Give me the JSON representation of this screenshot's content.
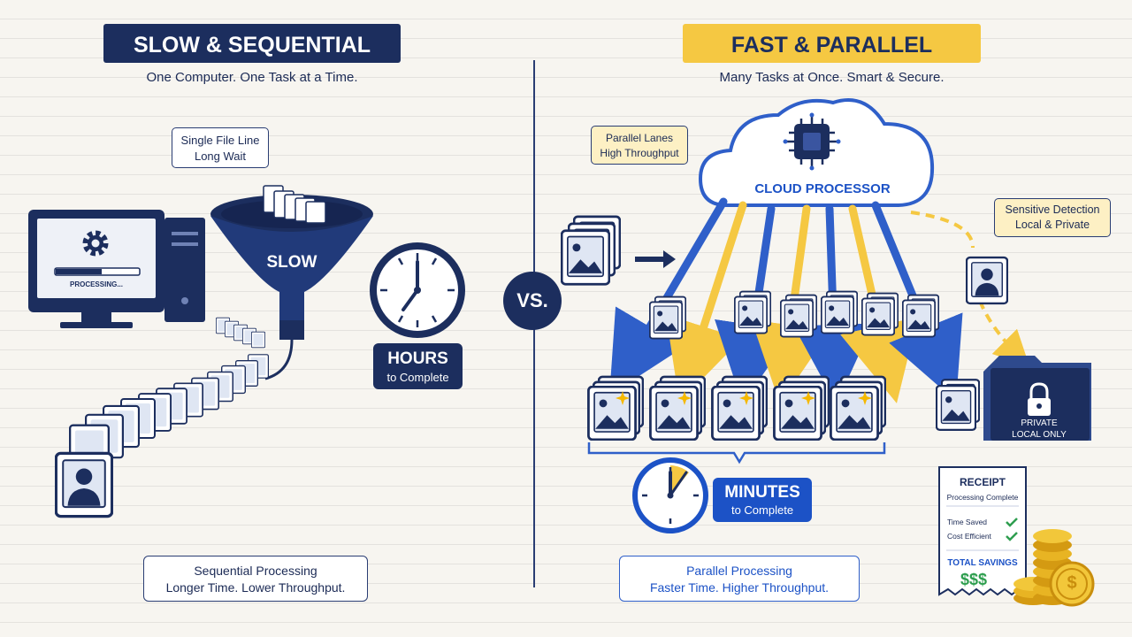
{
  "left": {
    "title": "SLOW & SEQUENTIAL",
    "subtitle": "One Computer. One Task at a Time.",
    "callout_line1": "Single File Line",
    "callout_line2": "Long Wait",
    "monitor_status": "PROCESSING...",
    "funnel_label": "SLOW",
    "time_big": "HOURS",
    "time_small": "to Complete",
    "footer_line1": "Sequential Processing",
    "footer_line2": "Longer Time. Lower Throughput."
  },
  "vs_label": "VS.",
  "right": {
    "title": "FAST & PARALLEL",
    "subtitle": "Many Tasks at Once. Smart & Secure.",
    "callout_line1": "Parallel Lanes",
    "callout_line2": "High Throughput",
    "cloud_label": "CLOUD PROCESSOR",
    "sensitive_line1": "Sensitive Detection",
    "sensitive_line2": "Local & Private",
    "time_big": "MINUTES",
    "time_small": "to Complete",
    "private_line1": "PRIVATE",
    "private_line2": "LOCAL ONLY",
    "footer_line1": "Parallel Processing",
    "footer_line2": "Faster Time. Higher Throughput."
  },
  "receipt": {
    "title": "RECEIPT",
    "subtitle": "Processing Complete",
    "row1": "Time Saved",
    "row2": "Cost Efficient",
    "total_label": "TOTAL SAVINGS",
    "total_value": "$$$"
  },
  "colors": {
    "navy": "#1c2e5e",
    "blue": "#2f5fc9",
    "yellow": "#f5c842",
    "green": "#2e9e4f",
    "gold": "#e8b423"
  },
  "icons": [
    "gear-icon",
    "funnel-icon",
    "clock-icon",
    "document-icon",
    "cloud-icon",
    "chip-icon",
    "image-icon",
    "sparkle-icon",
    "person-icon",
    "lock-icon",
    "check-icon",
    "coin-icon",
    "arrow-icon"
  ]
}
